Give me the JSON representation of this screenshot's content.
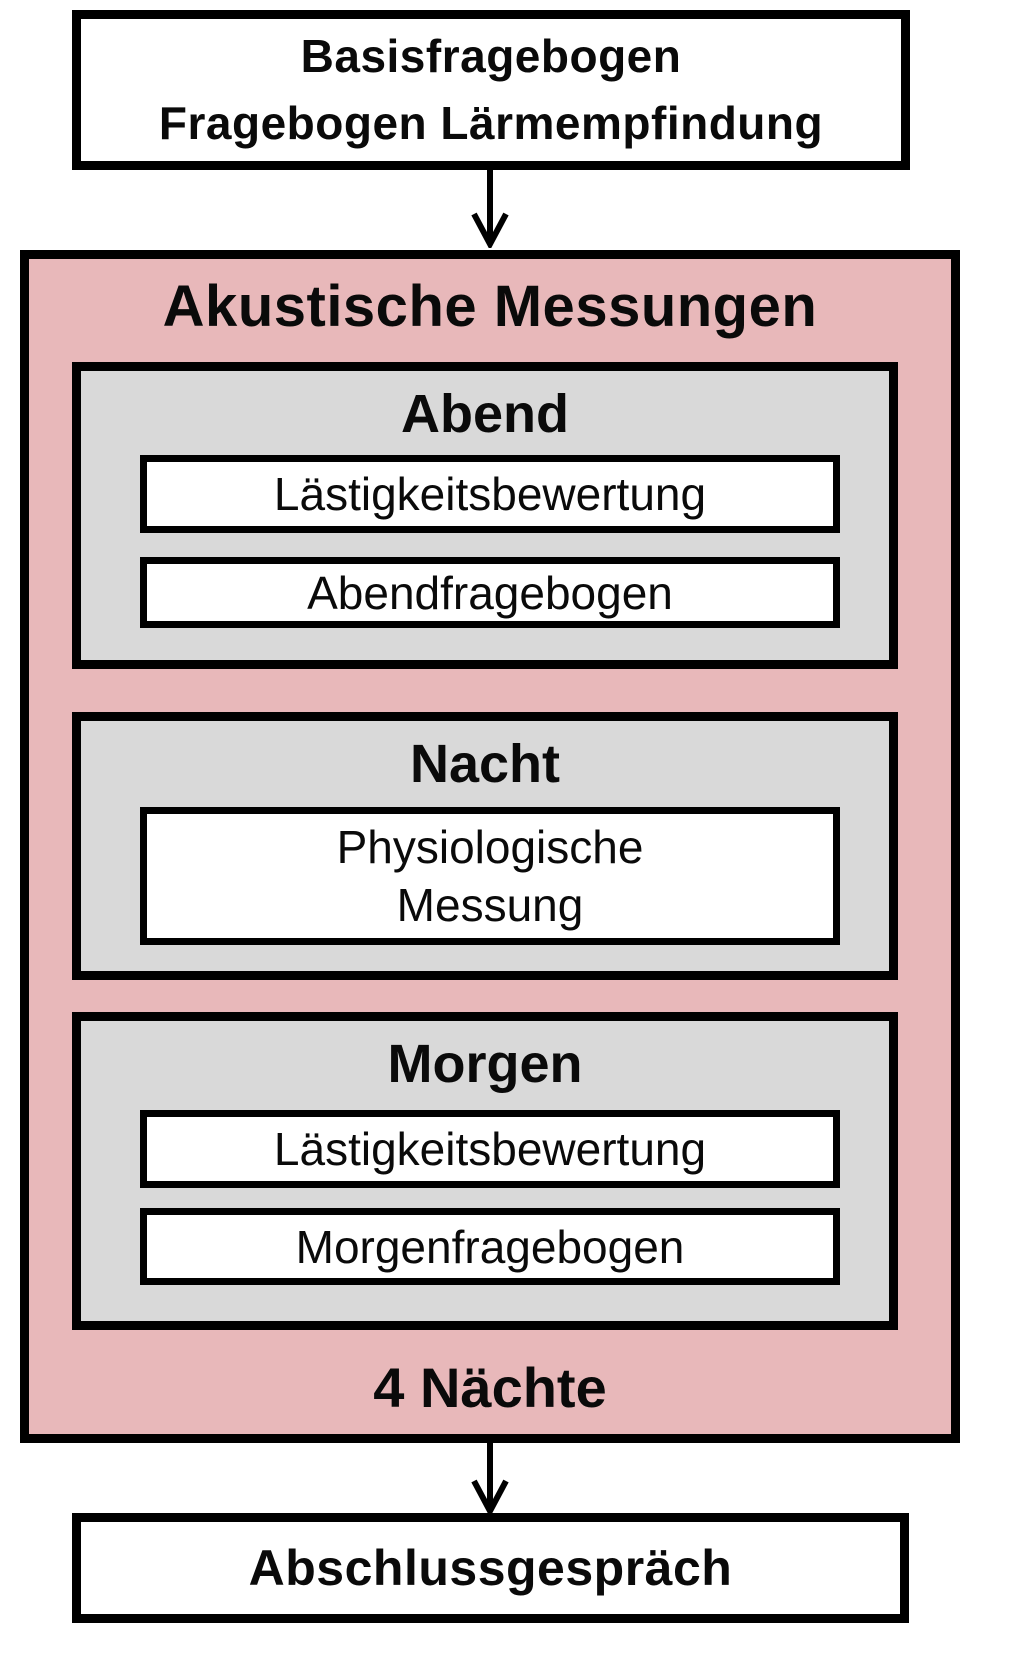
{
  "colors": {
    "main_box_fill": "#e8b8ba",
    "section_fill": "#d9d9d9",
    "item_fill": "#ffffff",
    "border": "#000000"
  },
  "flow": {
    "top_box": {
      "lines": [
        "Basisfragebogen",
        "Fragebogen Lärmempfindung"
      ]
    },
    "main_box": {
      "title": "Akustische Messungen",
      "sections": [
        {
          "title": "Abend",
          "items": [
            "Lästigkeitsbewertung",
            "Abendfragebogen"
          ]
        },
        {
          "title": "Nacht",
          "items": [
            "Physiologische\nMessung"
          ]
        },
        {
          "title": "Morgen",
          "items": [
            "Lästigkeitsbewertung",
            "Morgenfragebogen"
          ]
        }
      ],
      "footer": "4 Nächte"
    },
    "bottom_box": {
      "label": "Abschlussgespräch"
    }
  }
}
